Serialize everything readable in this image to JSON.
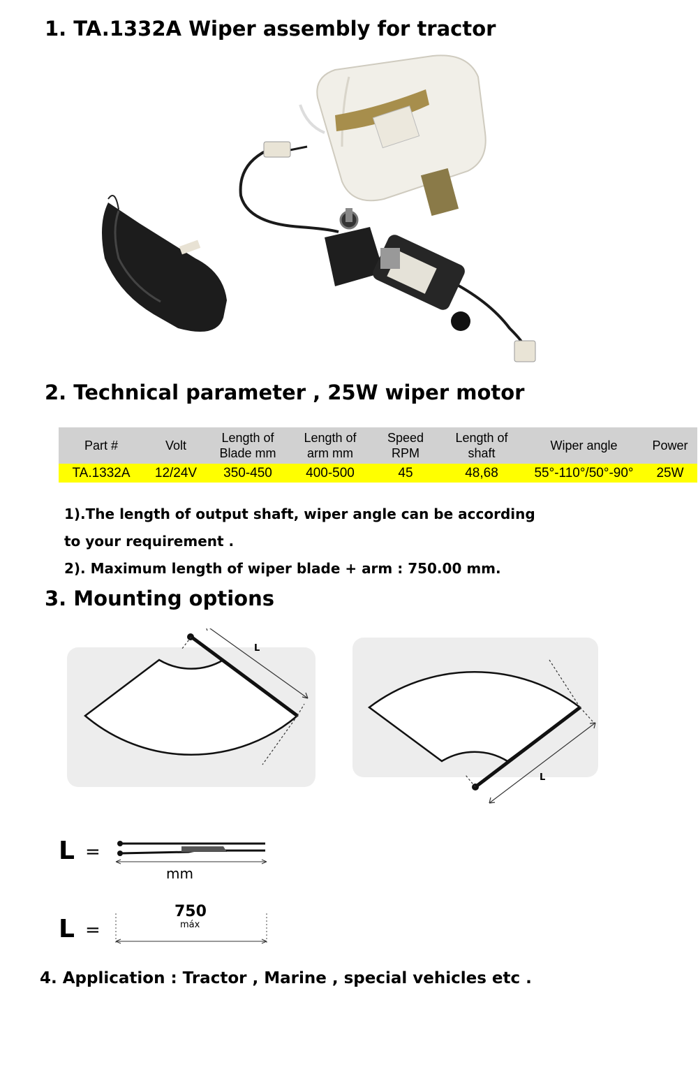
{
  "section1": {
    "title": "1. TA.1332A Wiper assembly for tractor"
  },
  "section2": {
    "title": "2. Technical parameter , 25W wiper motor"
  },
  "table": {
    "headers": [
      [
        "Part #"
      ],
      [
        "Volt"
      ],
      [
        "Length of",
        "Blade mm"
      ],
      [
        "Length of",
        "arm mm"
      ],
      [
        "Speed",
        "RPM"
      ],
      [
        "Length of",
        "shaft"
      ],
      [
        "Wiper angle"
      ],
      [
        "Power"
      ]
    ],
    "rows": [
      [
        "TA.1332A",
        "12/24V",
        "350-450",
        "400-500",
        "45",
        "48,68",
        "55°-110°/50°-90°",
        "25W"
      ]
    ],
    "header_bg": "#d1d1d1",
    "row_bg": "#ffff00"
  },
  "notes": {
    "line1a": "1).The length of output shaft, wiper angle can be according",
    "line1b": "to your requirement .",
    "line2": "2). Maximum length of wiper blade + arm : 750.00 mm."
  },
  "section3": {
    "title": "3. Mounting options"
  },
  "mounting": {
    "length_label": "L"
  },
  "formula": {
    "symbol": "L",
    "equals": "=",
    "unit": "mm",
    "max_value": "750",
    "max_label": "máx"
  },
  "section4": {
    "title": "4. Application : Tractor , Marine , special vehicles etc ."
  }
}
